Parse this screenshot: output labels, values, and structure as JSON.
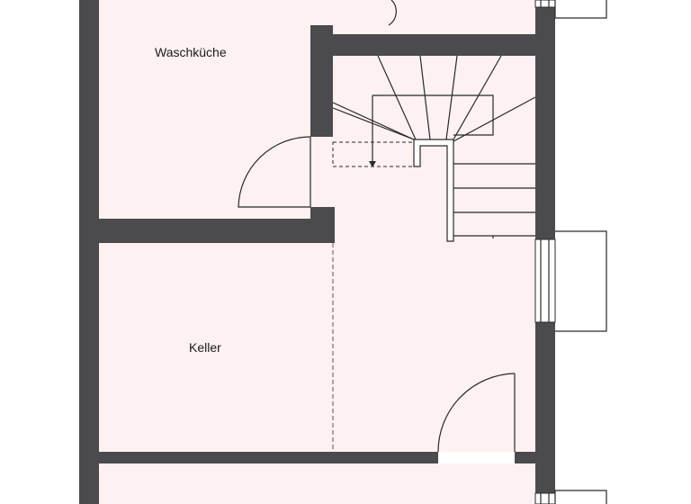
{
  "floorplan": {
    "rooms": [
      {
        "id": "waschkueche",
        "label": "Waschküche"
      },
      {
        "id": "keller",
        "label": "Keller"
      }
    ],
    "colors": {
      "wall": "#4b4b4d",
      "floor": "#fdf1f2",
      "line": "#2a2a2a",
      "outside": "#ffffff"
    }
  }
}
